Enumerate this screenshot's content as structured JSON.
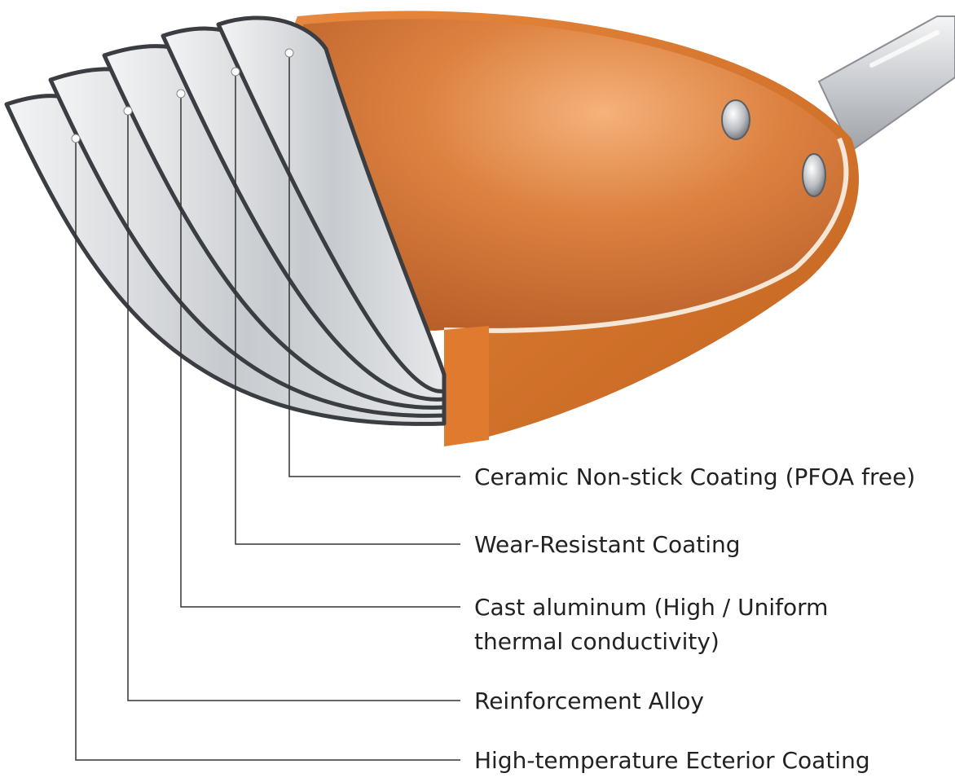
{
  "colors": {
    "copper": "#d7762f",
    "copper_dark": "#b6581f",
    "copper_light": "#f0a062",
    "steel": "#cfd2d6",
    "steel_dark": "#3a3d42",
    "leader": "#333333",
    "text": "#222222"
  },
  "icons": [
    "rivet-icon",
    "handle-icon"
  ],
  "layers": [
    {
      "label_lines": [
        "Ceramic Non-stick Coating (PFOA free)"
      ]
    },
    {
      "label_lines": [
        "Wear-Resistant Coating"
      ]
    },
    {
      "label_lines": [
        "Cast aluminum (High / Uniform",
        "thermal conductivity)"
      ]
    },
    {
      "label_lines": [
        "Reinforcement Alloy"
      ]
    },
    {
      "label_lines": [
        "High-temperature Ecterior Coating"
      ]
    }
  ]
}
